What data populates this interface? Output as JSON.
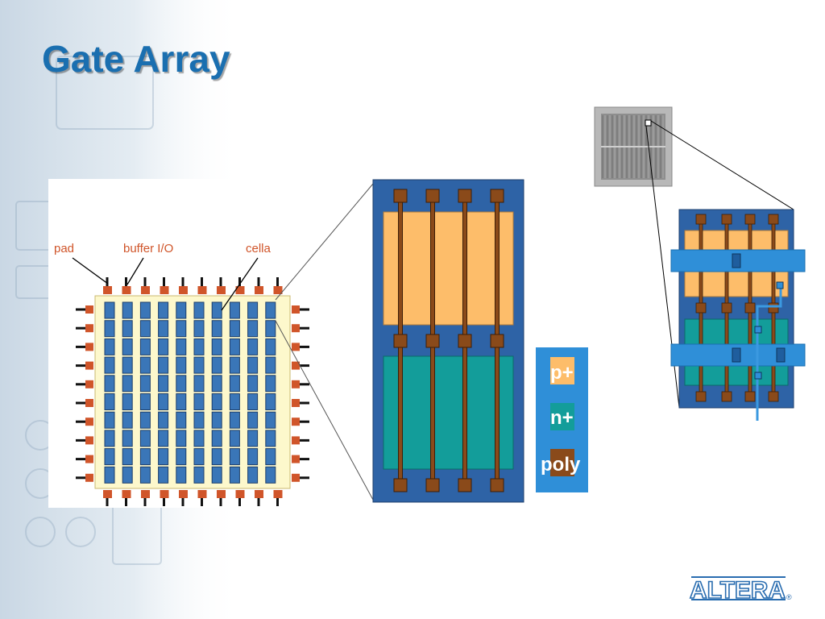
{
  "slide": {
    "title": "Gate Array"
  },
  "diagram": {
    "labels": {
      "pad": "pad",
      "buffer": "buffer I/O",
      "cell": "cella"
    },
    "legend": {
      "p_plus": "p+",
      "n_plus": "n+",
      "poly": "poly"
    }
  },
  "colors": {
    "title": "#1a6fb0",
    "p_diffusion": "#fdbd6a",
    "n_diffusion": "#139d9a",
    "poly": "#8a4a1a",
    "substrate": "#2e63a6",
    "metal": "#2f8fd8",
    "pad": "#d0552a",
    "core": "#fdf8cc"
  },
  "logo": {
    "text": "ALTERA",
    "mark": "®"
  }
}
